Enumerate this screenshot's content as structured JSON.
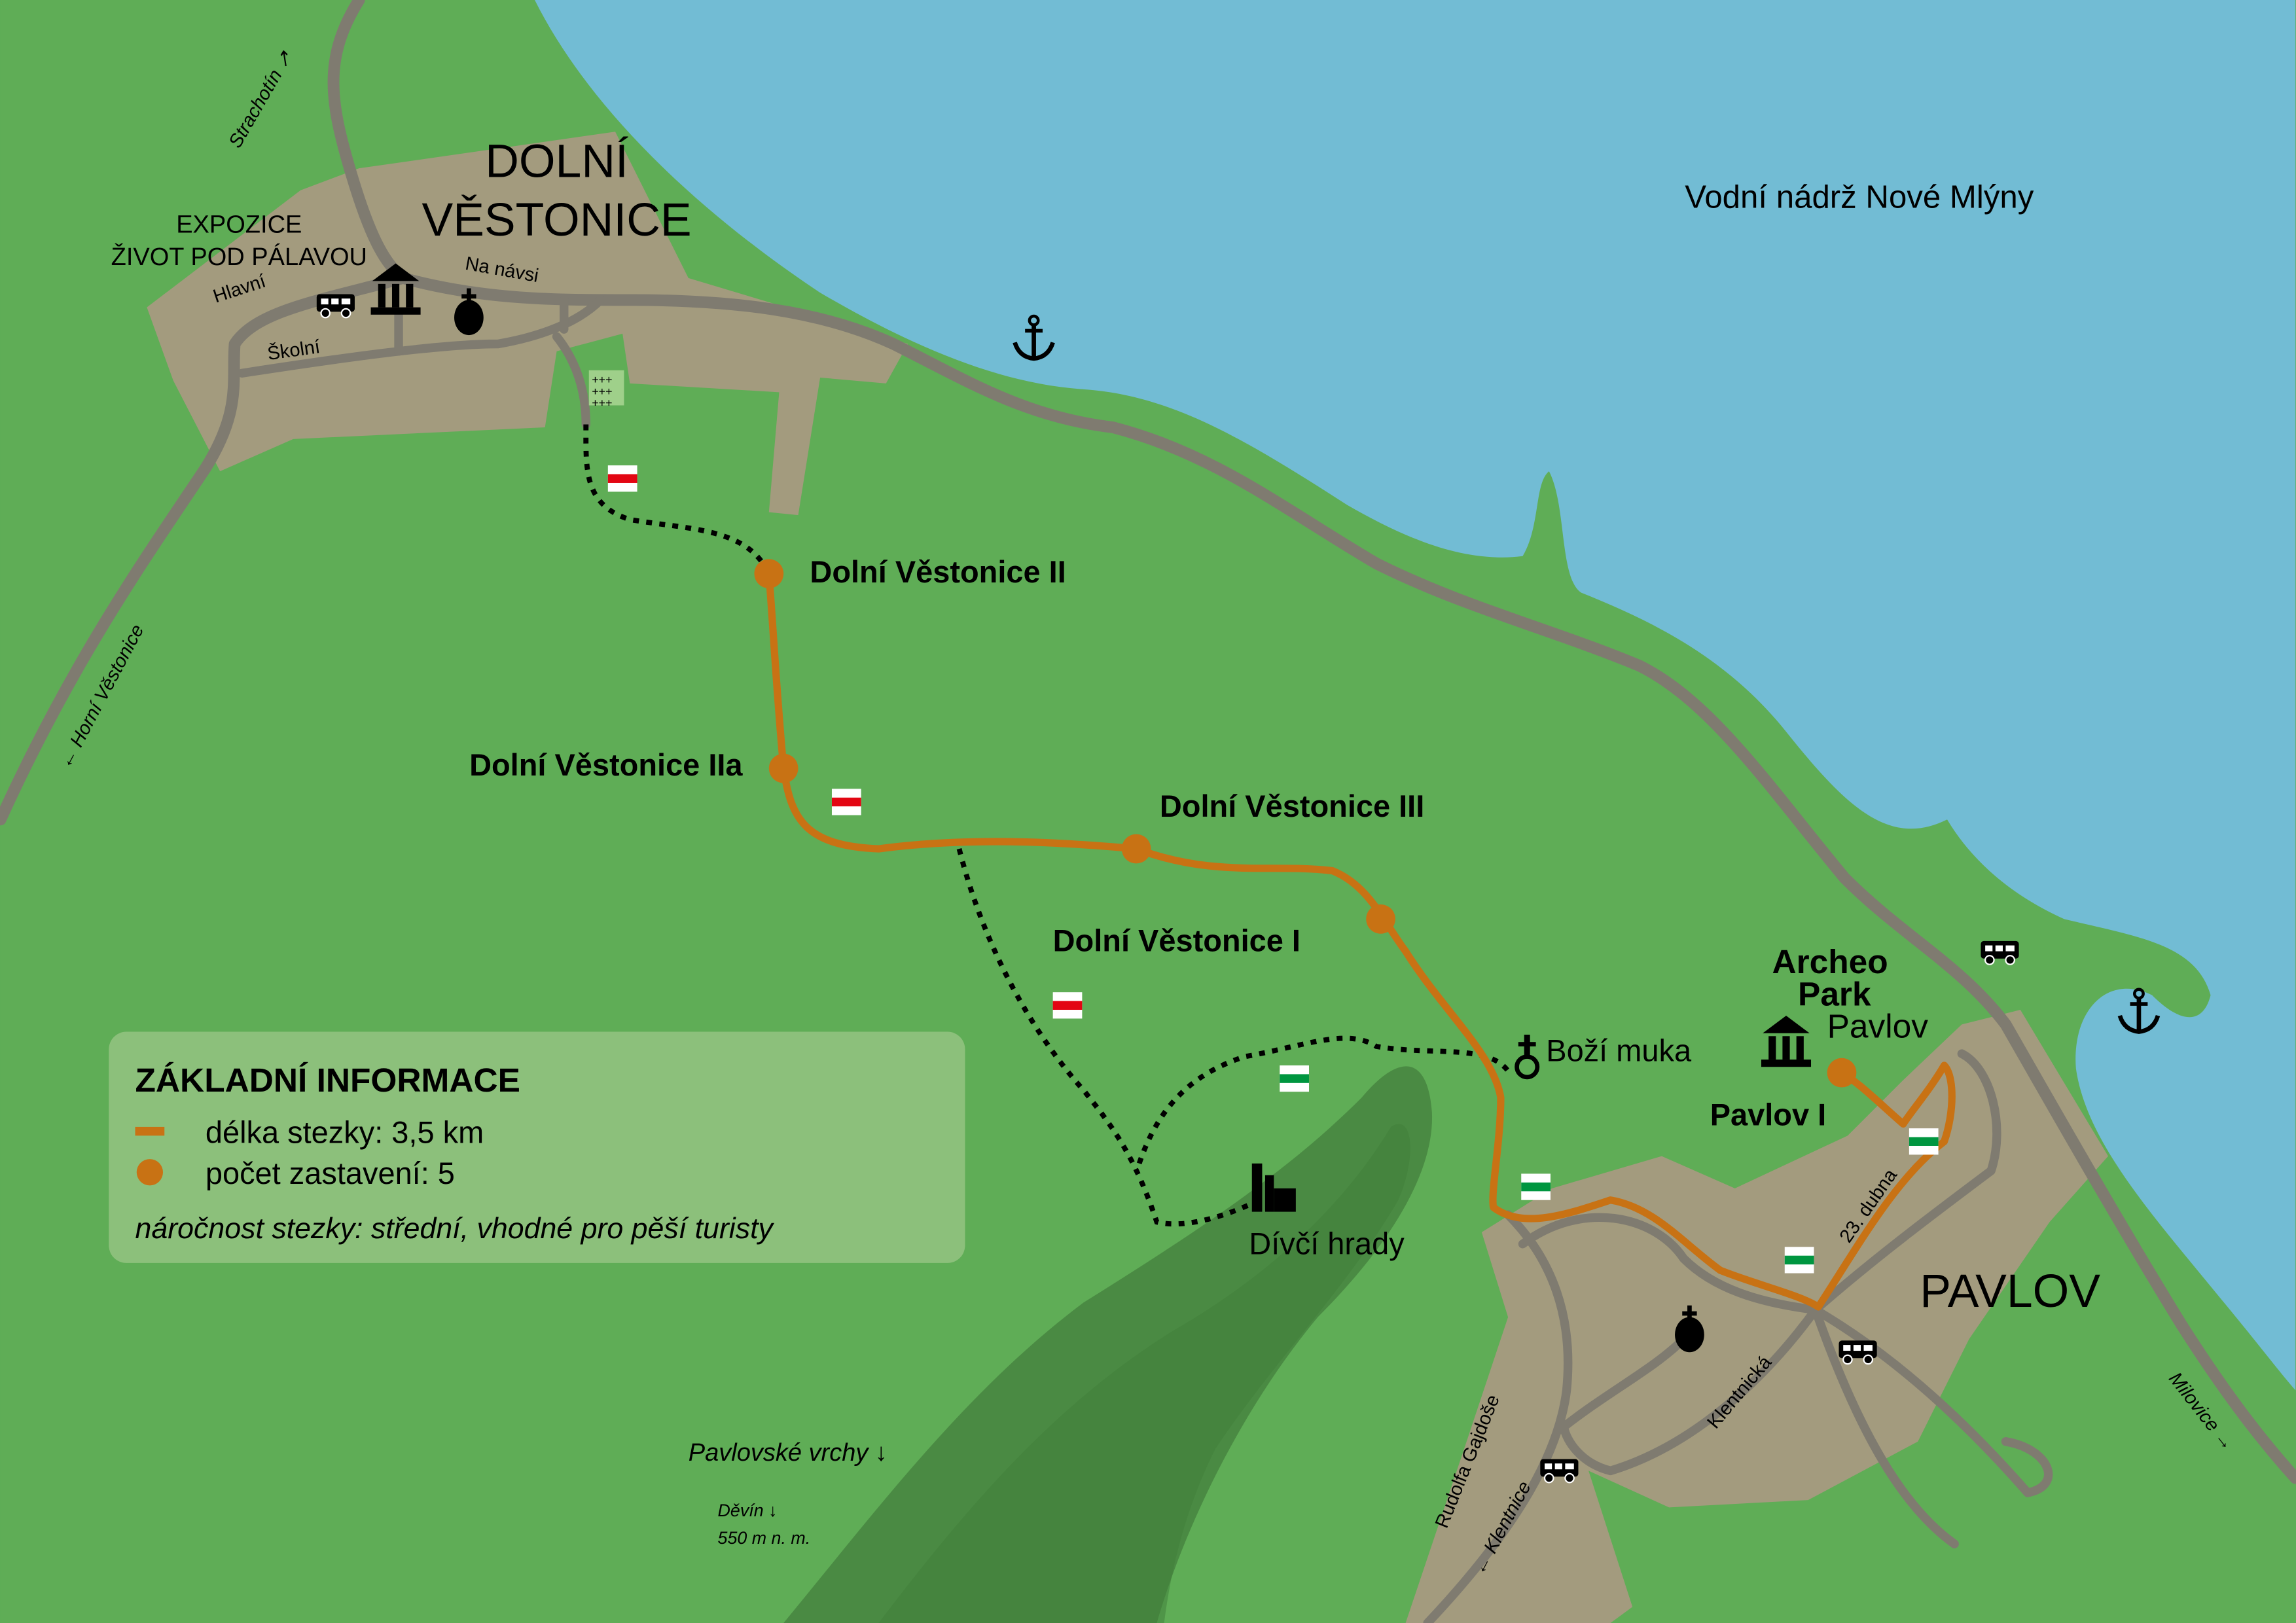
{
  "colors": {
    "land": "#5fad56",
    "water": "#72bcd4",
    "town": "#a39b7e",
    "road": "#7f7b70",
    "trail": "#c87214",
    "hill": "#4a8a43",
    "legend_bg": "#8cc07b",
    "marker_red": "#e30613",
    "marker_green": "#009640"
  },
  "towns": {
    "dolni_line1": "DOLNÍ",
    "dolni_line2": "VĚSTONICE",
    "pavlov": "PAVLOV"
  },
  "water_label": "Vodní nádrž Nové Mlýny",
  "expo": {
    "line1": "EXPOZICE",
    "line2": "ŽIVOT POD PÁLAVOU"
  },
  "streets": {
    "hlavni": "Hlavní",
    "skolni": "Školní",
    "na_navsi": "Na návsi",
    "dubna": "23. dubna",
    "klentnicka": "Klentnická",
    "gajdose": "Rudolfa Gajdoše"
  },
  "directions": {
    "strachotin": "Strachotín ↗",
    "horni": "← Horní Věstonice",
    "klentnice": "← Klentnice",
    "milovice": "Milovice →",
    "pavlovske": "Pavlovské vrchy ↓",
    "devin": "Děvín ↓",
    "devin_alt": "550 m n. m."
  },
  "stops": [
    "Dolní Věstonice II",
    "Dolní Věstonice IIa",
    "Dolní Věstonice III",
    "Dolní Věstonice I",
    "Pavlov I"
  ],
  "places": {
    "bozi_muka": "Boží muka",
    "divci_hrady": "Dívčí hrady",
    "archeo1": "Archeo",
    "archeo2": "Park",
    "archeo3": "Pavlov"
  },
  "legend": {
    "title": "ZÁKLADNÍ INFORMACE",
    "length": "délka stezky: 3,5 km",
    "stops": "počet zastavení: 5",
    "difficulty": "náročnost stezky: střední, vhodné pro pěší turisty"
  },
  "icons": [
    "anchor-icon",
    "bus-icon",
    "museum-icon",
    "church-icon",
    "castle-ruin-icon",
    "wayside-cross-icon",
    "cemetery-icon",
    "trail-marker-red-icon",
    "trail-marker-green-icon"
  ]
}
